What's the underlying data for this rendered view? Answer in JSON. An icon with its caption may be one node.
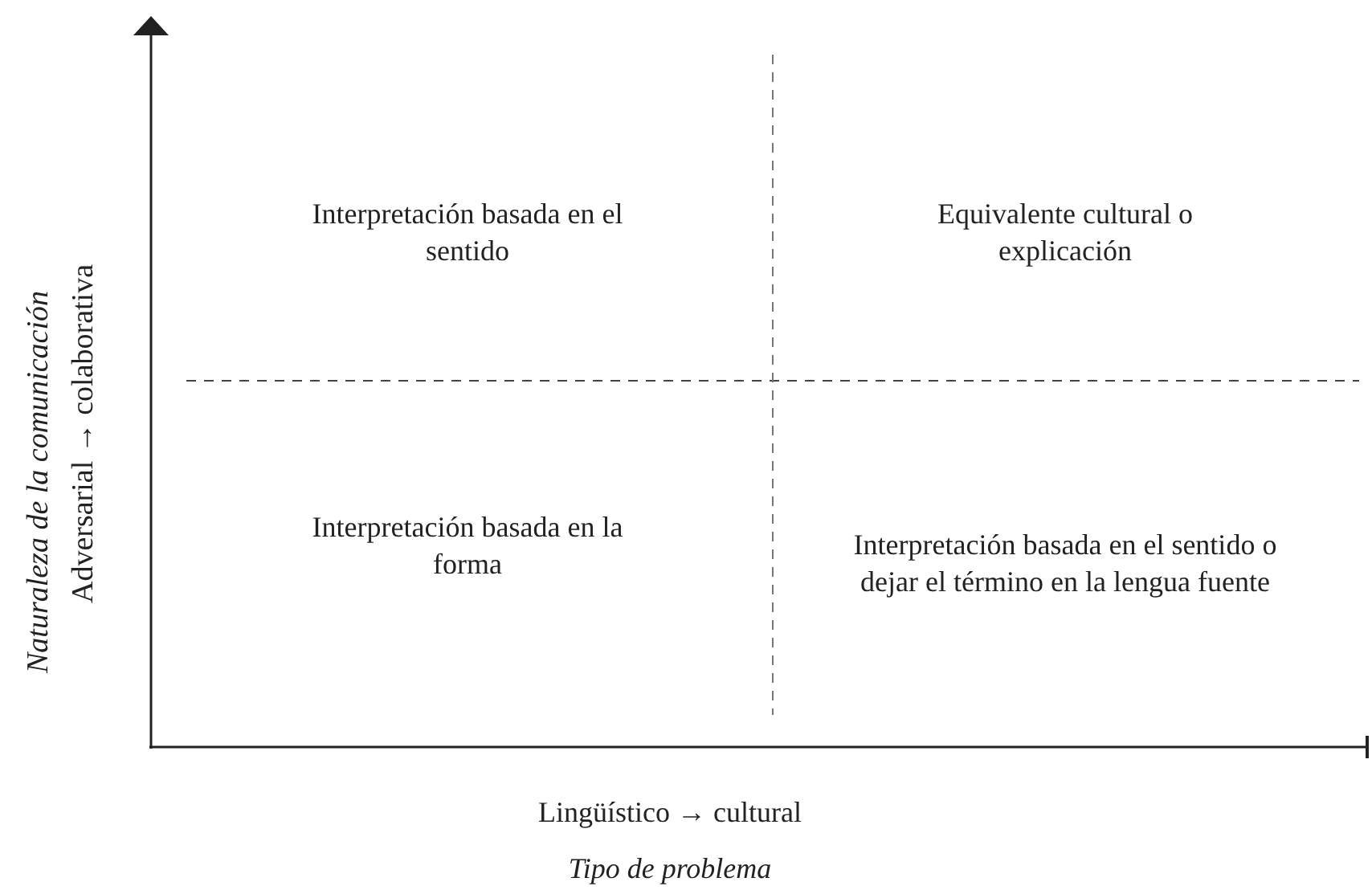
{
  "diagram": {
    "labels": [
      "Naturaleza de la comunicación",
      "Adversarial → colaborativa",
      "Interpretación basada en el sentido",
      "Equivalente cultural o explicación",
      "Interpretación basada en la forma",
      "Interpretación basada en el sentido o dejar el término en la lengua fuente",
      "Lingüístico → cultural",
      "Tipo de problema"
    ]
  }
}
